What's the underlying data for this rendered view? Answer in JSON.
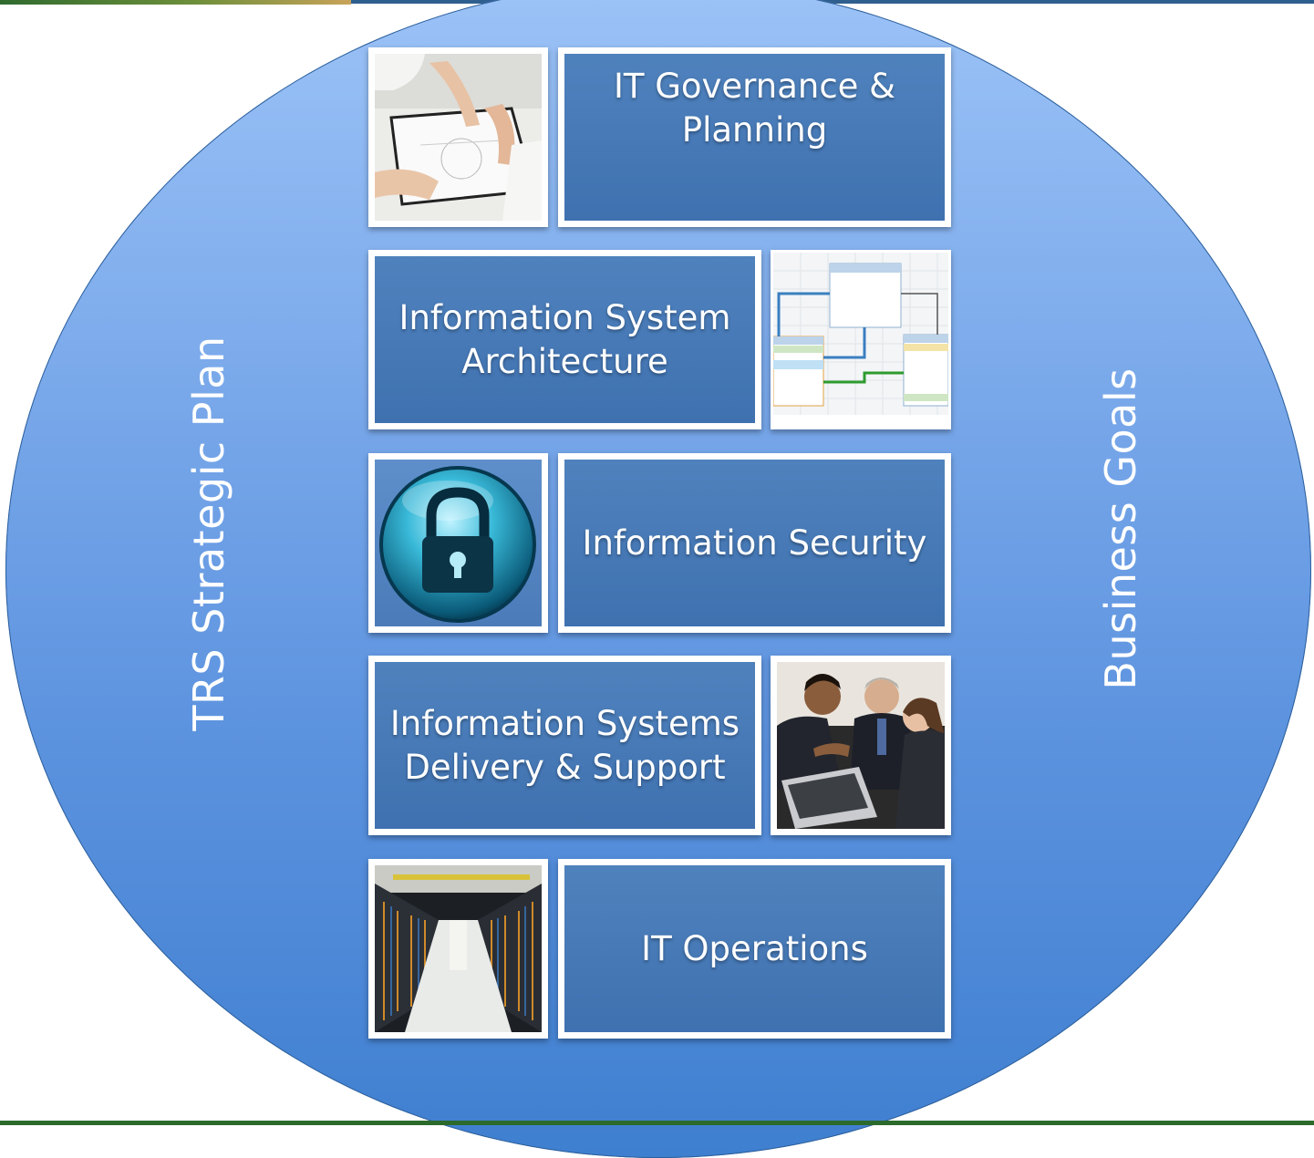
{
  "left_label": "TRS Strategic Plan",
  "right_label": "Business Goals",
  "areas": [
    {
      "title": "IT Governance &\nPlanning",
      "image": "hands-tablet-planning-photo"
    },
    {
      "title": "Information System\nArchitecture",
      "image": "database-schema-diagram-photo"
    },
    {
      "title": "Information Security",
      "image": "padlock-icon"
    },
    {
      "title": "Information Systems\nDelivery & Support",
      "image": "business-team-laptop-photo"
    },
    {
      "title": "IT Operations",
      "image": "server-room-photo"
    }
  ],
  "colors": {
    "circle_top": "#9cc3f7",
    "circle_bottom": "#3f7fd0",
    "box_fill": "#4a7cba",
    "text": "#ffffff"
  }
}
